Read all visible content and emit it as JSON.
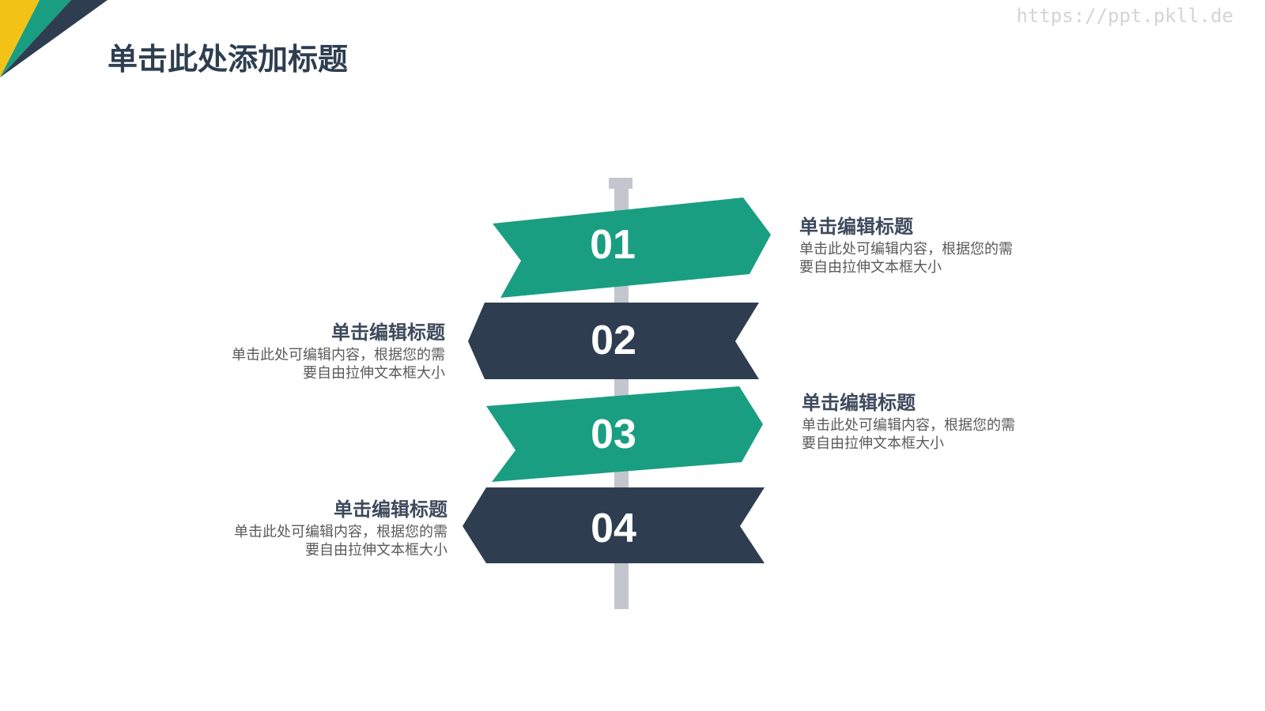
{
  "slide": {
    "title": "单击此处添加标题",
    "watermark": "https://ppt.pkll.de"
  },
  "colors": {
    "yellow": "#F2C316",
    "teal": "#1A9E82",
    "navy": "#2E3E50",
    "pole": "#C3C6CF",
    "title_text": "#2E3E50",
    "body_text": "#5A5A5A"
  },
  "signs": [
    {
      "number": "01",
      "direction": "right",
      "color": "teal"
    },
    {
      "number": "02",
      "direction": "left",
      "color": "navy"
    },
    {
      "number": "03",
      "direction": "right",
      "color": "teal"
    },
    {
      "number": "04",
      "direction": "left",
      "color": "navy"
    }
  ],
  "items": [
    {
      "side": "right",
      "title": "单击编辑标题",
      "desc_line1": "单击此处可编辑内容，根据您的需",
      "desc_line2": "要自由拉伸文本框大小"
    },
    {
      "side": "left",
      "title": "单击编辑标题",
      "desc_line1": "单击此处可编辑内容，根据您的需",
      "desc_line2": "要自由拉伸文本框大小"
    },
    {
      "side": "right",
      "title": "单击编辑标题",
      "desc_line1": "单击此处可编辑内容，根据您的需",
      "desc_line2": "要自由拉伸文本框大小"
    },
    {
      "side": "left",
      "title": "单击编辑标题",
      "desc_line1": "单击此处可编辑内容，根据您的需",
      "desc_line2": "要自由拉伸文本框大小"
    }
  ]
}
